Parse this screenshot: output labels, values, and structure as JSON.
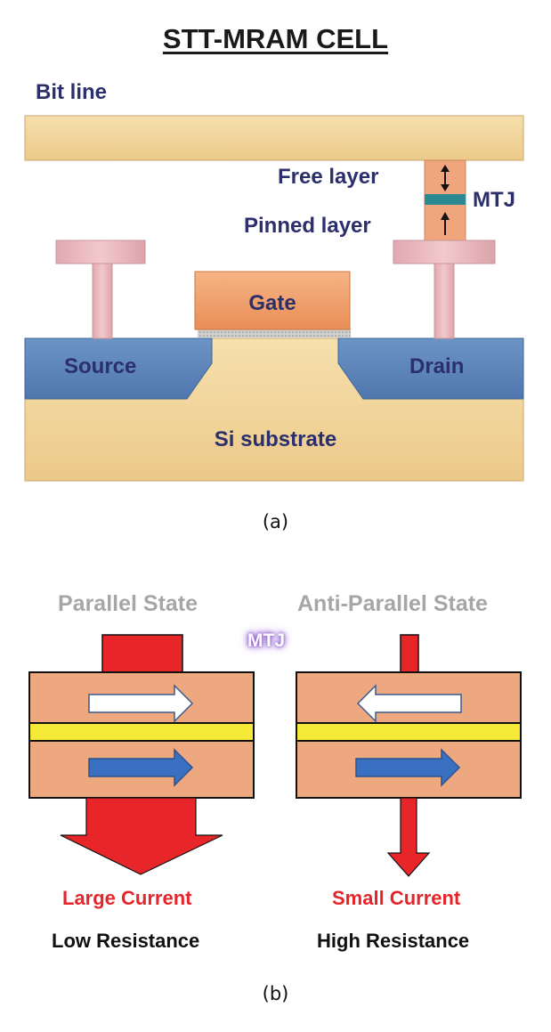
{
  "panel_a": {
    "title": "STT-MRAM CELL",
    "bit_line": "Bit line",
    "free_layer": "Free layer",
    "pinned_layer": "Pinned layer",
    "mtj": "MTJ",
    "gate": "Gate",
    "source": "Source",
    "drain": "Drain",
    "substrate": "Si substrate",
    "caption": "(a)"
  },
  "panel_b": {
    "mtj": "MTJ",
    "parallel": {
      "state": "Parallel State",
      "current": "Large Current",
      "resistance": "Low Resistance"
    },
    "antiparallel": {
      "state": "Anti-Parallel State",
      "current": "Small Current",
      "resistance": "High Resistance"
    },
    "caption": "(b)"
  },
  "colors": {
    "bitline": "#f0d49a",
    "substrate": "#f3d9a3",
    "doped": "#5a82b8",
    "gate": "#f2a06c",
    "contact": "#e8b9bf",
    "mtj_body": "#f1a57c",
    "mtj_barrier": "#2a8a94",
    "layer": "#eda880",
    "barrier": "#f6ea38",
    "current": "#e8262a",
    "arrow_blue": "#3a70c2",
    "text_navy": "#2b2f6b"
  }
}
